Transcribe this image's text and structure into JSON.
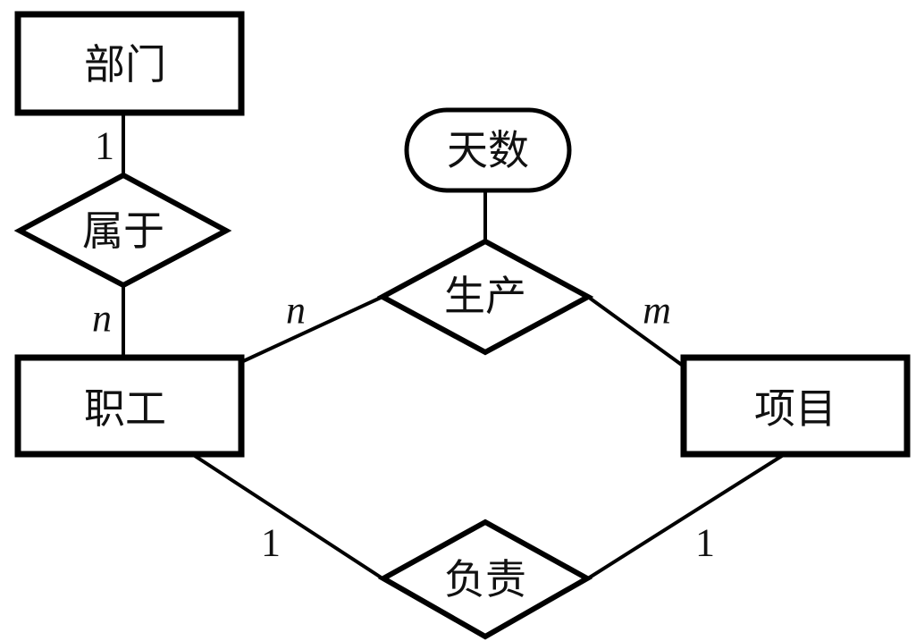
{
  "diagram": {
    "type": "er-diagram",
    "entities": [
      {
        "id": "dept",
        "label": "部门"
      },
      {
        "id": "staff",
        "label": "职工"
      },
      {
        "id": "project",
        "label": "项目"
      }
    ],
    "relationships": [
      {
        "id": "belongs",
        "label": "属于",
        "connects": [
          "dept",
          "staff"
        ]
      },
      {
        "id": "produce",
        "label": "生产",
        "connects": [
          "staff",
          "project"
        ]
      },
      {
        "id": "responsible",
        "label": "负责",
        "connects": [
          "staff",
          "project"
        ]
      }
    ],
    "attributes": [
      {
        "id": "days",
        "label": "天数",
        "of": "produce"
      }
    ],
    "cardinalities": {
      "dept_belongs": "1",
      "staff_belongs": "n",
      "staff_produce": "n",
      "project_produce": "m",
      "staff_responsible": "1",
      "project_responsible": "1"
    }
  }
}
